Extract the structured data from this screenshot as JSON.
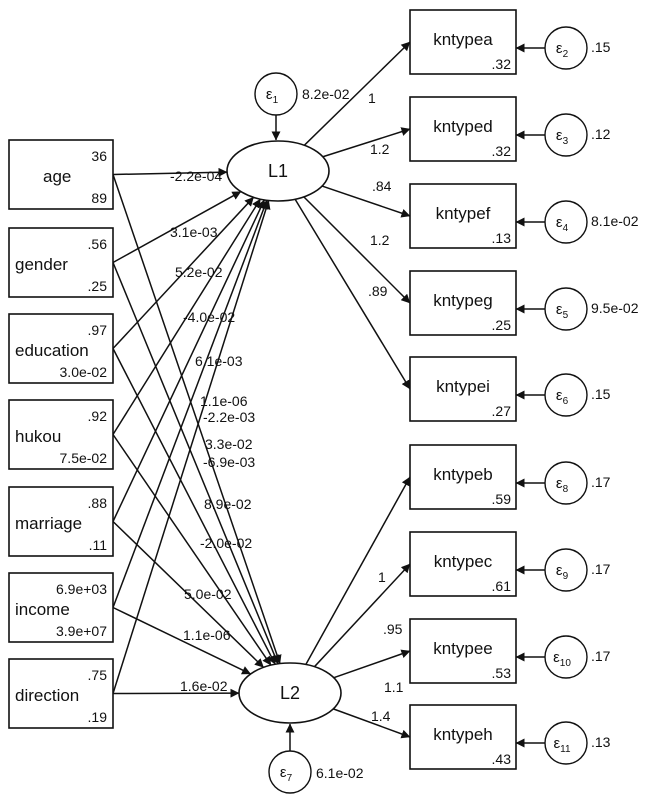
{
  "exogenous": [
    {
      "id": "age",
      "label": "age",
      "mean": "36",
      "variance": "89"
    },
    {
      "id": "gender",
      "label": "gender",
      "mean": ".56",
      "variance": ".25"
    },
    {
      "id": "education",
      "label": "education",
      "mean": ".97",
      "variance": "3.0e-02"
    },
    {
      "id": "hukou",
      "label": "hukou",
      "mean": ".92",
      "variance": "7.5e-02"
    },
    {
      "id": "marriage",
      "label": "marriage",
      "mean": ".88",
      "variance": ".11"
    },
    {
      "id": "income",
      "label": "income",
      "mean": "6.9e+03",
      "variance": "3.9e+07"
    },
    {
      "id": "direction",
      "label": "direction",
      "mean": ".75",
      "variance": ".19"
    }
  ],
  "latents": [
    {
      "id": "L1",
      "label": "L1",
      "error": {
        "symbol": "ε",
        "index": "1",
        "variance": "8.2e-02"
      }
    },
    {
      "id": "L2",
      "label": "L2",
      "error": {
        "symbol": "ε",
        "index": "7",
        "variance": "6.1e-02"
      }
    }
  ],
  "indicators": [
    {
      "id": "kntypea",
      "label": "kntypea",
      "intercept": ".32",
      "latent": "L1",
      "loading": "1",
      "error": {
        "symbol": "ε",
        "index": "2",
        "variance": ".15"
      }
    },
    {
      "id": "kntyped",
      "label": "kntyped",
      "intercept": ".32",
      "latent": "L1",
      "loading": "1.2",
      "error": {
        "symbol": "ε",
        "index": "3",
        "variance": ".12"
      }
    },
    {
      "id": "kntypef",
      "label": "kntypef",
      "intercept": ".13",
      "latent": "L1",
      "loading": ".84",
      "error": {
        "symbol": "ε",
        "index": "4",
        "variance": "8.1e-02"
      }
    },
    {
      "id": "kntypeg",
      "label": "kntypeg",
      "intercept": ".25",
      "latent": "L1",
      "loading": "1.2",
      "error": {
        "symbol": "ε",
        "index": "5",
        "variance": "9.5e-02"
      }
    },
    {
      "id": "kntypei",
      "label": "kntypei",
      "intercept": ".27",
      "latent": "L1",
      "loading": ".89",
      "error": {
        "symbol": "ε",
        "index": "6",
        "variance": ".15"
      }
    },
    {
      "id": "kntypeb",
      "label": "kntypeb",
      "intercept": ".59",
      "latent": "L2",
      "loading": "1",
      "error": {
        "symbol": "ε",
        "index": "8",
        "variance": ".17"
      }
    },
    {
      "id": "kntypec",
      "label": "kntypec",
      "intercept": ".61",
      "latent": "L2",
      "loading": ".95",
      "error": {
        "symbol": "ε",
        "index": "9",
        "variance": ".17"
      }
    },
    {
      "id": "kntypee",
      "label": "kntypee",
      "intercept": ".53",
      "latent": "L2",
      "loading": "1.1",
      "error": {
        "symbol": "ε",
        "index": "10",
        "variance": ".17"
      }
    },
    {
      "id": "kntypeh",
      "label": "kntypeh",
      "intercept": ".43",
      "latent": "L2",
      "loading": "1.4",
      "error": {
        "symbol": "ε",
        "index": "11",
        "variance": ".13"
      }
    }
  ],
  "structural_paths": [
    {
      "from": "age",
      "to": "L1",
      "coef": "-2.2e-04"
    },
    {
      "from": "gender",
      "to": "L1",
      "coef": "3.1e-03"
    },
    {
      "from": "education",
      "to": "L1",
      "coef": "5.2e-02"
    },
    {
      "from": "hukou",
      "to": "L1",
      "coef": "-4.0e-02"
    },
    {
      "from": "marriage",
      "to": "L1",
      "coef": "6.1e-03"
    },
    {
      "from": "income",
      "to": "L1",
      "coef": "1.1e-06"
    },
    {
      "from": "direction",
      "to": "L1",
      "coef": "-2.2e-03"
    },
    {
      "from": "age",
      "to": "L2",
      "coef": "3.3e-02"
    },
    {
      "from": "gender",
      "to": "L2",
      "coef": "-6.9e-03"
    },
    {
      "from": "education",
      "to": "L2",
      "coef": "8.9e-02"
    },
    {
      "from": "hukou",
      "to": "L2",
      "coef": "-2.0e-02"
    },
    {
      "from": "marriage",
      "to": "L2",
      "coef": "5.0e-02"
    },
    {
      "from": "income",
      "to": "L2",
      "coef": "1.1e-06"
    },
    {
      "from": "direction",
      "to": "L2",
      "coef": "1.6e-02"
    }
  ]
}
